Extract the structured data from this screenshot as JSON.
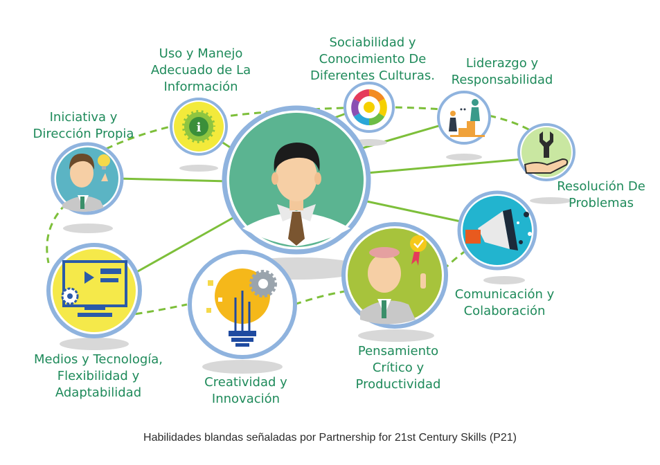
{
  "labels": {
    "uso": [
      "Uso y Manejo",
      "Adecuado de La",
      "Información"
    ],
    "sociabilidad": [
      "Sociabilidad y",
      "Conocimiento De",
      "Diferentes Culturas."
    ],
    "liderazgo": [
      "Liderazgo y",
      "Responsabilidad"
    ],
    "iniciativa": [
      "Iniciativa y",
      "Dirección Propia"
    ],
    "resolucion": [
      "Resolución De",
      "Problemas"
    ],
    "comunicacion": [
      "Comunicación y",
      "Colaboración"
    ],
    "medios": [
      "Medios y Tecnología,",
      "Flexibilidad y",
      "Adaptabilidad"
    ],
    "creatividad": [
      "Creatividad y",
      "Innovación"
    ],
    "pensamiento": [
      "Pensamiento",
      "Crítico y",
      "Productividad"
    ]
  },
  "caption": "Habilidades blandas señaladas por Partnership for 21st Century Skills (P21)",
  "colors": {
    "label_green": "#1e8a5a",
    "ring_blue": "#8fb3de",
    "connector_green": "#7dbf3a",
    "center_teal": "#5bb491"
  }
}
